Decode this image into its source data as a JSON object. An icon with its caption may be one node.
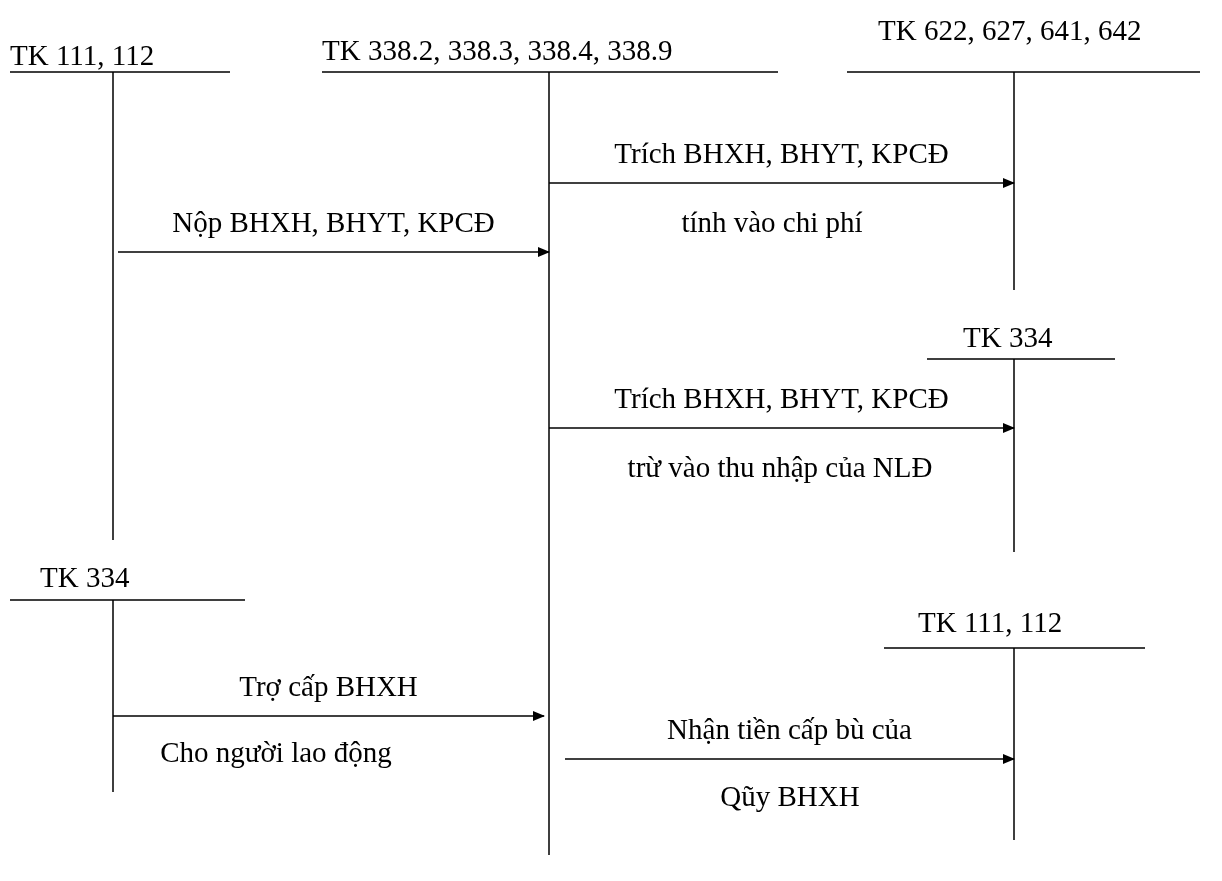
{
  "diagram": {
    "nodes": [
      {
        "text": [
          "TK 111, 112"
        ]
      },
      {
        "text": [
          "TK 338.2, 338.3, 338.4, 338.9"
        ]
      },
      {
        "text": [
          "TK 622, 627, 641, 642"
        ]
      },
      {
        "text": [
          "TK 334"
        ]
      },
      {
        "text": [
          "TK 334"
        ]
      },
      {
        "text": [
          "TK 111, 112"
        ]
      }
    ],
    "edges": [
      {
        "from": 1,
        "to": 2,
        "arrow": "to",
        "label": "Trích BHXH, BHYT, KPCĐ"
      },
      {
        "from": 0,
        "to": 1,
        "arrow": "to",
        "label": "Nộp BHXH, BHYT, KPCĐ"
      },
      {
        "from": 1,
        "to": 3,
        "arrow": "to",
        "label": "Trích BHXH, BHYT, KPCĐ"
      },
      {
        "from": 4,
        "to": 1,
        "arrow": "to",
        "label": "Trợ cấp BHXH"
      },
      {
        "from": 1,
        "to": 5,
        "arrow": "to",
        "label": "Nhận tiền cấp bù của"
      }
    ],
    "labels": [
      "tính vào chi phí",
      "trừ vào thu nhập của NLĐ",
      "Cho người lao động",
      "Qũy BHXH"
    ]
  }
}
